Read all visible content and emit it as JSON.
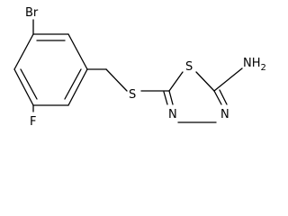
{
  "molecule": {
    "atoms": {
      "bromine": "Br",
      "fluorine": "F",
      "sulfur_thioether": "S",
      "sulfur_ring": "S",
      "nitrogen_1": "N",
      "nitrogen_2": "N",
      "amine": "NH2",
      "amine_subscript": "2"
    }
  }
}
